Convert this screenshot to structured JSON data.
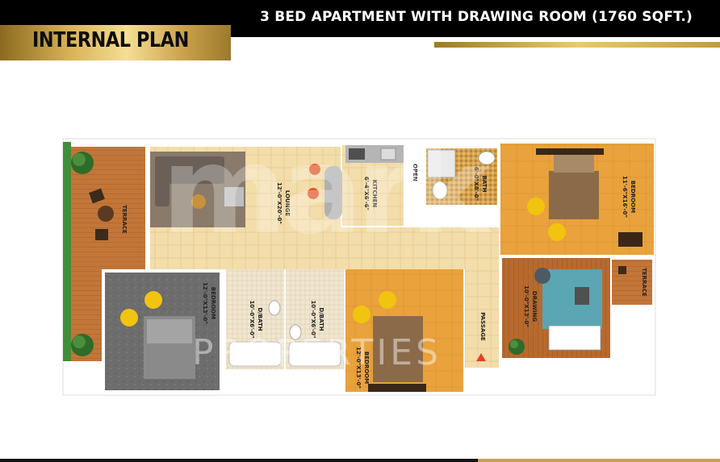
{
  "header": {
    "title": "3 BED APARTMENT WITH DRAWING ROOM (1760 SQFT.)",
    "section_label": "INTERNAL PLAN"
  },
  "rooms": {
    "terrace_left": "TERRACE",
    "lounge": "LOUNGE",
    "lounge_dim": "12'-0\"X20'-0\"",
    "kitchen": "KITCHEN",
    "kitchen_dim": "6'-4\"X6'-6\"",
    "open": "OPEN",
    "bath_top": "BATH",
    "bath_top_dim": "6'-0\"X8'-0\"",
    "bedroom_top": "BEDROOM",
    "bedroom_top_dim": "11'-6\"X16'-0\"",
    "bedroom_left": "BEDROOM",
    "bedroom_left_dim": "12'-0\"X13'-0\"",
    "dbath_left": "D/BATH",
    "dbath_left_dim": "10'-0\"X6'-0\"",
    "dbath_right": "D/BATH",
    "dbath_right_dim": "10'-0\"X6'-0\"",
    "bedroom_center": "BEDROOM",
    "bedroom_center_dim": "12'-0\"X13'-0\"",
    "passage": "PASSAGE",
    "drawing": "DRAWING",
    "drawing_dim": "10'-0\"X13'-0\"",
    "terrace_right": "TERRACE"
  },
  "watermark": {
    "logo_text": "mark",
    "sub_text": "PROPERTIES"
  },
  "colors": {
    "gold": "#d8b258",
    "black": "#000000",
    "wood_floor": "#c47a3a",
    "beige_floor": "#f2dca3",
    "orange_floor": "#e9a13a",
    "grey_floor": "#6e6e6e",
    "wall": "#ffffff"
  }
}
